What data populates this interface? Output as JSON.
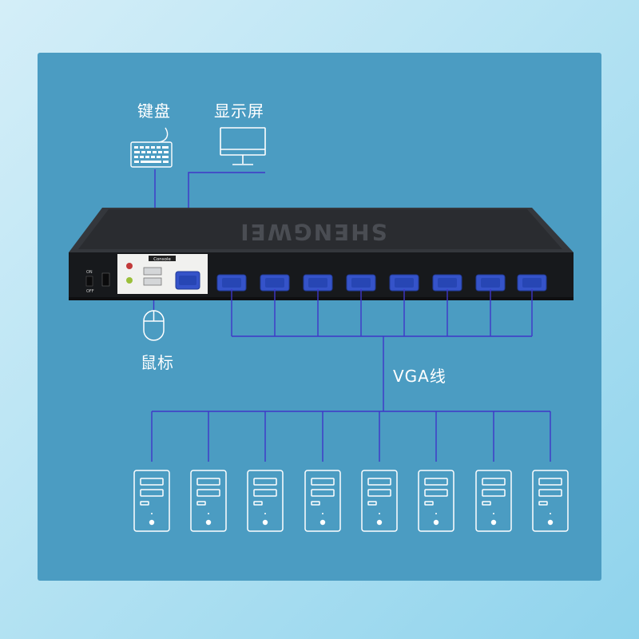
{
  "labels": {
    "keyboard": "键盘",
    "monitor": "显示屏",
    "mouse": "鼠标",
    "cable": "VGA线"
  },
  "device": {
    "brand": "SHENGWEI",
    "console_label": "Console",
    "power_on": "ON",
    "power_off": "OFF"
  },
  "counts": {
    "vga_ports": 8,
    "computers": 8
  },
  "colors": {
    "line": "#3f36c8",
    "icon": "#ffffff",
    "chassis": "#1c1e21",
    "panel_bg": "#4b9cc2",
    "vga_port": "#3553c9"
  }
}
